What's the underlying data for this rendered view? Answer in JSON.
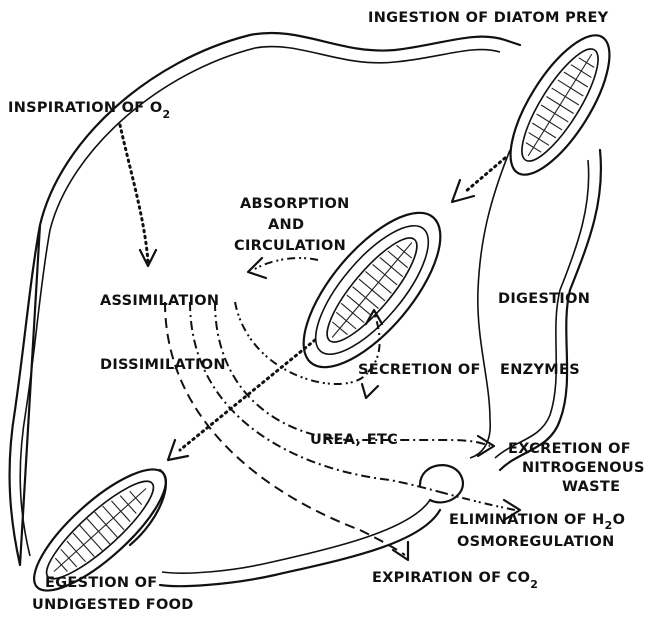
{
  "labels": {
    "ingestion": "INGESTION OF DIATOM PREY",
    "inspiration": "INSPIRATION OF O",
    "inspiration_sub": "2",
    "absorption_1": "ABSORPTION",
    "absorption_2": "AND",
    "absorption_3": "CIRCULATION",
    "assimilation": "ASSIMILATION",
    "dissimilation": "DISSIMILATION",
    "digestion": "DIGESTION",
    "secretion": "SECRETION OF",
    "enzymes": "ENZYMES",
    "urea": "UREA, ETC",
    "excretion_1": "EXCRETION OF",
    "excretion_2": "NITROGENOUS",
    "excretion_3": "WASTE",
    "elimination": "ELIMINATION OF H",
    "elimination_sub": "2",
    "elimination_end": "O",
    "osmoregulation": "OSMOREGULATION",
    "egestion_1": "EGESTION OF",
    "egestion_2": "UNDIGESTED FOOD",
    "expiration": "EXPIRATION OF CO",
    "expiration_sub": "2"
  }
}
